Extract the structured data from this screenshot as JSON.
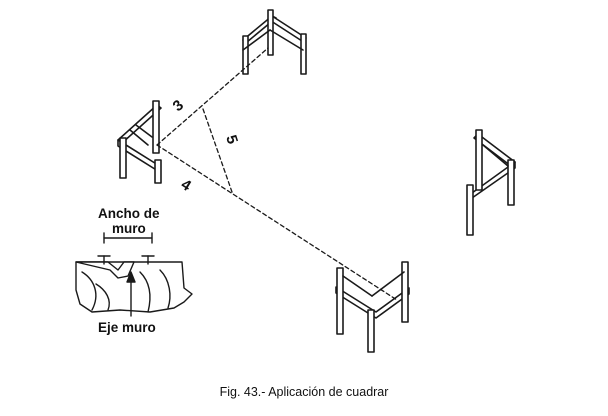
{
  "measure_labels": {
    "side_a": "3",
    "side_b": "4",
    "hypotenuse": "5"
  },
  "annotations": {
    "wall_width_line1": "Ancho de",
    "wall_width_line2": "muro",
    "wall_axis": "Eje muro"
  },
  "caption": "Fig. 43.- Aplicación de cuadrar",
  "colors": {
    "ink": "#1a1a1a",
    "paper": "#ffffff"
  }
}
